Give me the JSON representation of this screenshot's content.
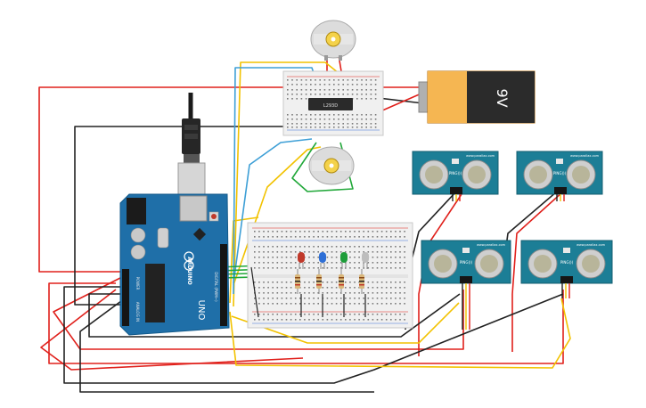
{
  "battery": {
    "voltage_label": "9V"
  },
  "motor_driver": {
    "chip_label": "L293D"
  },
  "arduino": {
    "brand": "ARDUINO",
    "model": "UNO",
    "power_header": "POWER",
    "analog_header": "ANALOG IN",
    "digital_header": "DIGITAL (PWM~)"
  },
  "sensors": [
    {
      "id": "ping-1",
      "brand": "www.parallax.com",
      "model": "PING)))"
    },
    {
      "id": "ping-2",
      "brand": "www.parallax.com",
      "model": "PING)))"
    },
    {
      "id": "ping-3",
      "brand": "www.parallax.com",
      "model": "PING)))"
    },
    {
      "id": "ping-4",
      "brand": "www.parallax.com",
      "model": "PING)))"
    }
  ],
  "leds": [
    {
      "id": "led-red",
      "color": "#c0392b"
    },
    {
      "id": "led-blue",
      "color": "#2e6fd6"
    },
    {
      "id": "led-green",
      "color": "#1f9d3a"
    },
    {
      "id": "led-white",
      "color": "#bdbdbd"
    }
  ],
  "colors": {
    "wire_red": "#e0201b",
    "wire_black": "#222222",
    "wire_yellow": "#f2c200",
    "wire_blue": "#3d9fd6",
    "wire_green": "#22a83a",
    "board_blue": "#1f6fa8",
    "sensor_teal": "#1c7e96",
    "breadboard": "#f0f0f0"
  }
}
